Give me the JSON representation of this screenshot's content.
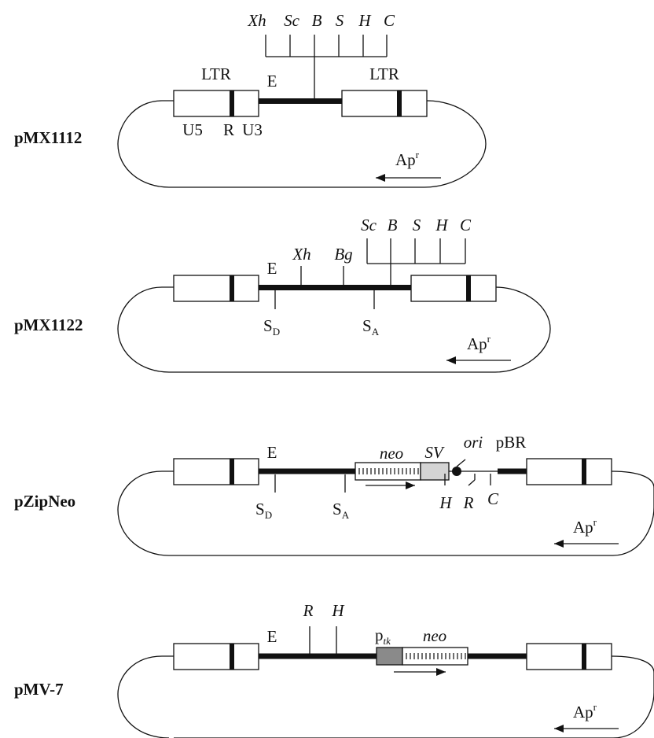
{
  "vectors": {
    "pMX1112": {
      "name": "pMX1112",
      "ltr_left": "LTR",
      "ltr_right": "LTR",
      "enhancer": "E",
      "ltr_regions": [
        "U5",
        "R",
        "U3"
      ],
      "polylinker": [
        "Xh",
        "Sc",
        "B",
        "S",
        "H",
        "C"
      ],
      "ampr": "Ap",
      "ampr_sup": "r"
    },
    "pMX1122": {
      "name": "pMX1122",
      "enhancer": "E",
      "sites": [
        "Xh",
        "Bg"
      ],
      "polylinker": [
        "Sc",
        "B",
        "S",
        "H",
        "C"
      ],
      "sd": "S",
      "sd_sub": "D",
      "sa": "S",
      "sa_sub": "A",
      "ampr": "Ap",
      "ampr_sup": "r"
    },
    "pZipNeo": {
      "name": "pZipNeo",
      "enhancer": "E",
      "neo": "neo",
      "sv": "SV",
      "ori": "ori",
      "pbr": "pBR",
      "sites_below": [
        "H",
        "R",
        "C"
      ],
      "sd": "S",
      "sd_sub": "D",
      "sa": "S",
      "sa_sub": "A",
      "ampr": "Ap",
      "ampr_sup": "r"
    },
    "pMV7": {
      "name": "pMV-7",
      "enhancer": "E",
      "sites": [
        "R",
        "H"
      ],
      "ptk": "p",
      "ptk_sub": "tk",
      "neo": "neo",
      "ampr": "Ap",
      "ampr_sup": "r"
    }
  },
  "colors": {
    "line": "#111111",
    "sv_fill": "#d4d4d4",
    "ptk_fill": "#8a8a8a"
  }
}
